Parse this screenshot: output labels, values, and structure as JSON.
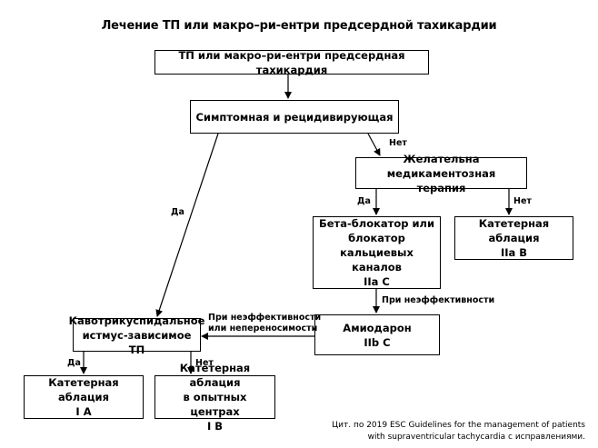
{
  "title": "Лечение ТП или макро–ри-ентри предсердной тахикардии",
  "nodes": {
    "start": "ТП или макро–ри-ентри предсердная тахикардия",
    "symptomatic": "Симптомная и рецидивирующая",
    "drug_therapy": [
      "Желательна медикаментозная",
      "терапия"
    ],
    "beta_blocker": [
      "Бета-блокатор или",
      "блокатор кальциевых",
      "каналов",
      "IIa C"
    ],
    "ablation_iia_b": [
      "Катетерная аблация",
      "IIa B"
    ],
    "amiodarone": [
      "Амиодарон",
      "IIb C"
    ],
    "cti": [
      "Кавотрикуспидальное",
      "истмус-зависимое ТП"
    ],
    "ablation_ia": [
      "Катетерная аблация",
      "I A"
    ],
    "ablation_ib": [
      "Катетерная аблация",
      "в опытных центрах",
      "I B"
    ]
  },
  "labels": {
    "no_1": "Нет",
    "yes_1": "Да",
    "yes_2": "Да",
    "no_2": "Нет",
    "ineffective": "При неэффективности",
    "ineffective_intolerance": [
      "При неэффективности",
      "или непереносимости"
    ],
    "yes_3": "Да",
    "no_3": "Нет"
  },
  "citation": [
    "Цит. по 2019 ESC Guidelines for the management of patients",
    "with supraventricular tachycardia с исправлениями."
  ]
}
